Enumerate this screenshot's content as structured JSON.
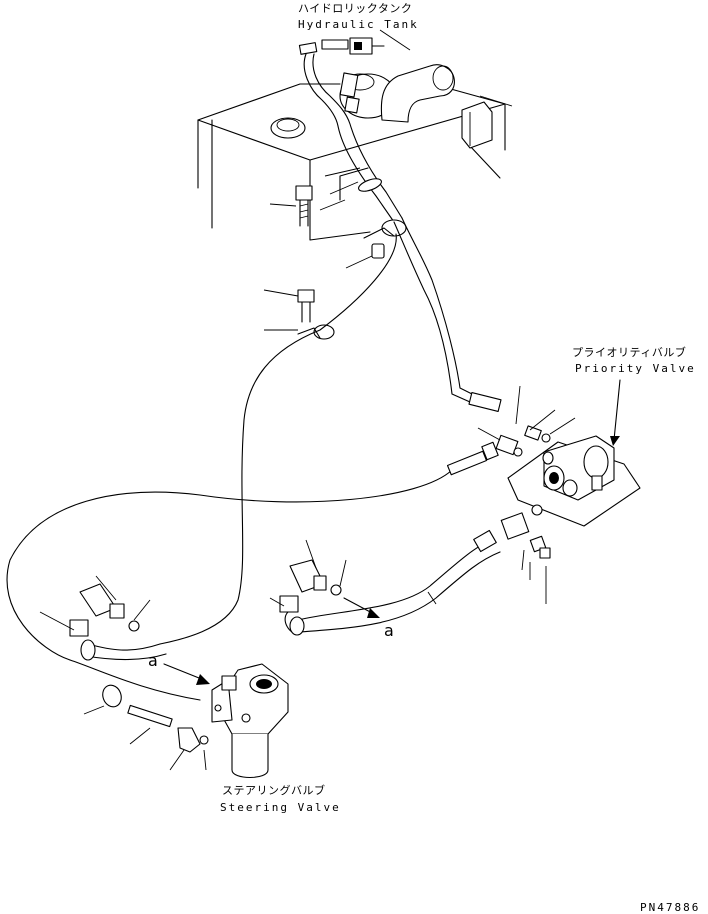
{
  "labels": {
    "hydraulic_tank_jp": "ハイドロリックタンク",
    "hydraulic_tank_en": "Hydraulic Tank",
    "priority_valve_jp": "プライオリティバルブ",
    "priority_valve_en": "Priority Valve",
    "steering_valve_jp": "ステアリングバルブ",
    "steering_valve_en": "Steering Valve",
    "ref_a": "a",
    "part_number": "PN47886"
  }
}
